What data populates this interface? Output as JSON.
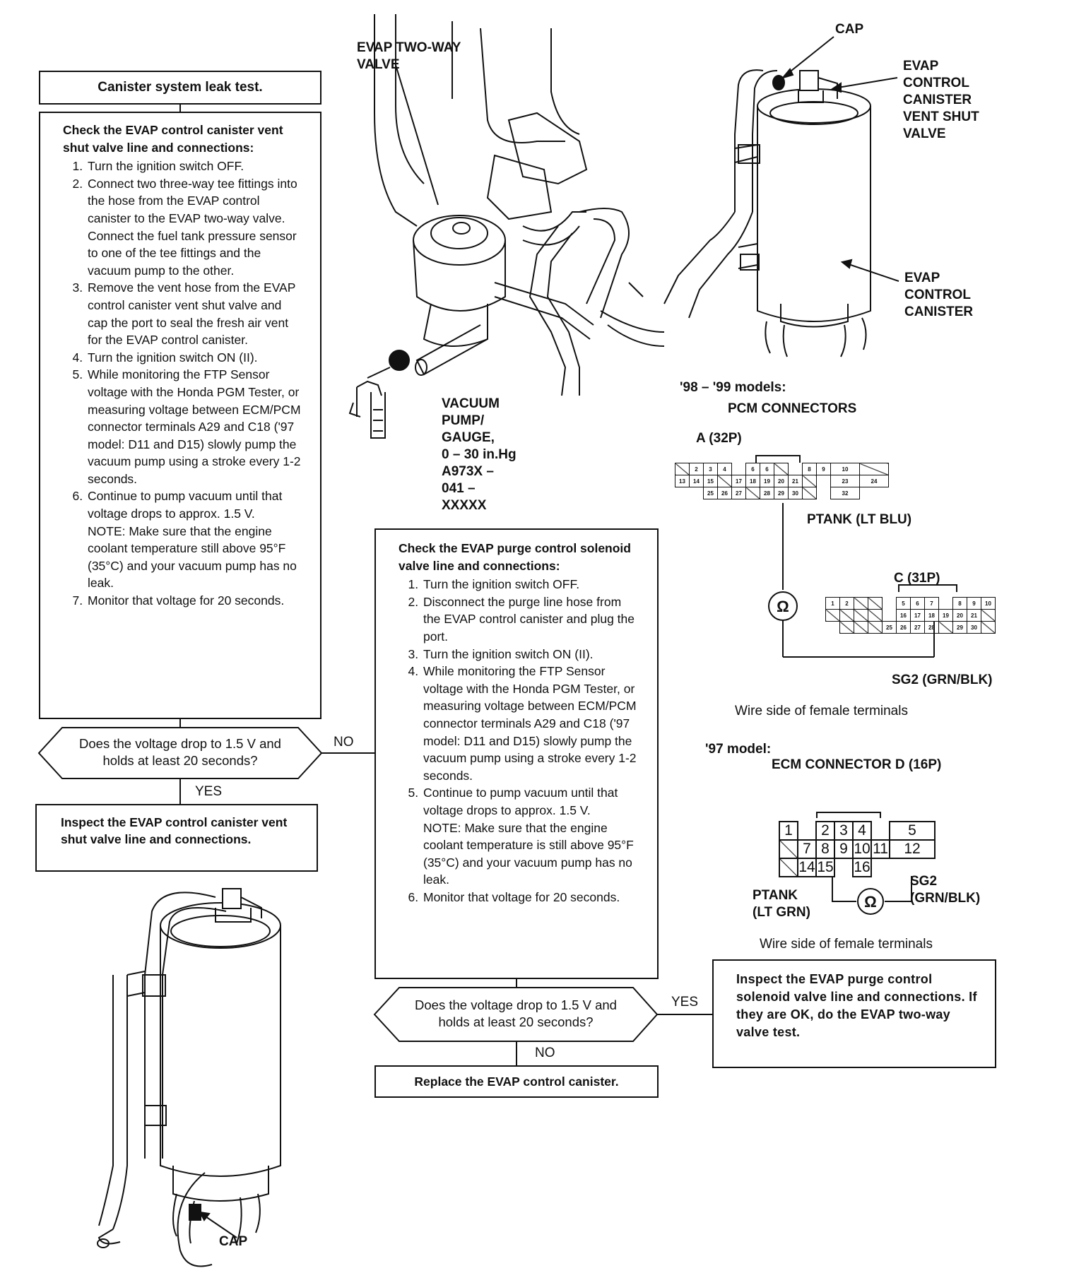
{
  "flow": {
    "leak_test": "Canister system leak test.",
    "check1": {
      "title": "Check the EVAP control canister vent shut valve line and connections:",
      "steps": [
        "Turn the ignition switch OFF.",
        "Connect two three-way tee fittings into the hose from the EVAP control canister to the EVAP two-way valve. Connect the fuel tank pressure sensor to one of the tee fittings and the vacuum pump to the other.",
        "Remove the vent hose from the EVAP control canister vent shut valve and cap the port to seal the fresh air vent for the EVAP control canister.",
        "Turn the ignition switch ON (II).",
        "While monitoring the FTP Sensor voltage with the Honda PGM Tester, or measuring voltage between ECM/PCM connector terminals A29 and C18 ('97 model: D11 and D15) slowly pump the vacuum pump using a stroke every 1-2 seconds.",
        "Continue to pump vacuum until that voltage drops to approx. 1.5 V.",
        "Monitor that voltage for 20 seconds."
      ],
      "note": "NOTE: Make sure that the engine coolant temperature still above 95°F (35°C) and your vacuum pump has no leak."
    },
    "decision1": "Does the voltage drop to 1.5 V and holds at least 20 seconds?",
    "no1": "NO",
    "yes1": "YES",
    "inspect1": "Inspect the EVAP control canister vent shut valve line and connections.",
    "check2": {
      "title": "Check the EVAP purge control solenoid valve line and connections:",
      "steps": [
        "Turn the ignition switch OFF.",
        "Disconnect the purge line hose from the EVAP control canister and plug the port.",
        "Turn the ignition switch ON (II).",
        "While monitoring the FTP Sensor voltage with the Honda PGM Tester, or measuring voltage between ECM/PCM connector terminals A29 and C18 ('97 model: D11 and D15) slowly pump the vacuum pump using a stroke every 1-2 seconds.",
        "Continue to pump vacuum until that voltage drops to approx. 1.5 V.",
        "Monitor that voltage for 20 seconds."
      ],
      "note": "NOTE: Make sure that the engine coolant temperature is still above 95°F (35°C) and your vacuum pump has no leak."
    },
    "decision2": "Does the voltage drop to 1.5 V and holds at least 20 seconds?",
    "yes2": "YES",
    "no2": "NO",
    "replace": "Replace the EVAP control canister.",
    "inspect2": "Inspect the EVAP purge control solenoid valve line and connections. If they are OK, do the EVAP two-way valve test."
  },
  "callouts": {
    "two_way_valve": "EVAP TWO-WAY\nVALVE",
    "vacuum_pump": "VACUUM\nPUMP/\nGAUGE,\n0 – 30 in.Hg\nA973X –\n041 –\nXXXXX",
    "cap_top": "CAP",
    "vent_shut_valve": "EVAP\nCONTROL\nCANISTER\nVENT SHUT\nVALVE",
    "control_canister": "EVAP\nCONTROL\nCANISTER",
    "cap_bottom": "CAP"
  },
  "pcm": {
    "models": "'98 – '99 models:",
    "title": "PCM CONNECTORS",
    "conn_a": "A (32P)",
    "ptank": "PTANK (LT BLU)",
    "conn_c": "C (31P)",
    "sg2": "SG2 (GRN/BLK)",
    "wire_side": "Wire side of female terminals",
    "ohm": "Ω"
  },
  "ecm": {
    "models": "'97 model:",
    "title": "ECM CONNECTOR D (16P)",
    "ptank": "PTANK\n(LT GRN)",
    "sg2": "SG2\n(GRN/BLK)",
    "wire_side": "Wire side of female terminals",
    "ohm": "Ω",
    "row1": [
      "1",
      "2",
      "3",
      "4",
      "5"
    ],
    "row2": [
      "7",
      "8",
      "9",
      "10",
      "11",
      "12"
    ],
    "row3": [
      "14",
      "15",
      "16"
    ]
  },
  "conn_a_rows": [
    [
      "2",
      "3",
      "4",
      "",
      "6",
      "6",
      "",
      "8",
      "9",
      "10",
      ""
    ],
    [
      "13",
      "14",
      "15",
      "",
      "17",
      "18",
      "19",
      "20",
      "21",
      "",
      "23",
      "24"
    ],
    [
      "25",
      "26",
      "27",
      "",
      "28",
      "29",
      "30",
      "",
      "",
      "32"
    ]
  ],
  "conn_c_rows": [
    [
      "1",
      "2",
      "",
      "",
      "",
      "5",
      "6",
      "7",
      "",
      "8",
      "9",
      "10"
    ],
    [
      "",
      "",
      "",
      "",
      "",
      "16",
      "17",
      "18",
      "19",
      "20",
      "21",
      ""
    ],
    [
      "",
      "",
      "",
      "",
      "25",
      "26",
      "27",
      "28",
      "",
      "29",
      "30"
    ]
  ]
}
